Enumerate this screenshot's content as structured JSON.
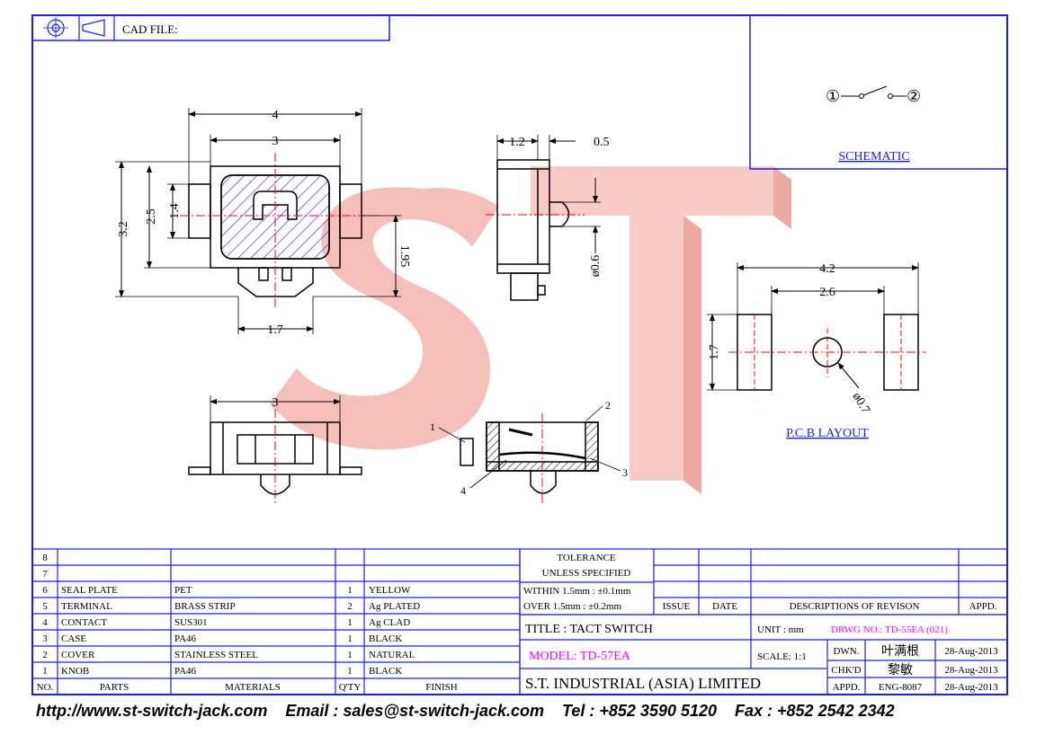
{
  "header": {
    "cad_file_label": "CAD FILE:"
  },
  "schematic": {
    "label": "SCHEMATIC",
    "pin1": "①",
    "pin2": "②"
  },
  "pcb": {
    "label": "P.C.B LAYOUT",
    "dim_total": "4.2",
    "dim_inner": "2.6",
    "dim_height": "1.7",
    "dim_hole": "ø0.7"
  },
  "top_view": {
    "dim_w4": "4",
    "dim_w3": "3",
    "dim_h32": "3.2",
    "dim_h25": "2.5",
    "dim_h14": "1.4",
    "dim_h195": "1.95",
    "dim_w17": "1.7"
  },
  "side_view": {
    "dim_12": "1.2",
    "dim_05": "0.5",
    "dim_06": "ø0.6"
  },
  "front_view": {
    "dim_3": "3"
  },
  "section_view": {
    "c1": "1",
    "c2": "2",
    "c3": "3",
    "c4": "4"
  },
  "bom": {
    "rows": [
      {
        "no": "8",
        "part": "",
        "material": "",
        "qty": "",
        "finish": ""
      },
      {
        "no": "7",
        "part": "",
        "material": "",
        "qty": "",
        "finish": ""
      },
      {
        "no": "6",
        "part": "SEAL PLATE",
        "material": "PET",
        "qty": "1",
        "finish": "YELLOW"
      },
      {
        "no": "5",
        "part": "TERMINAL",
        "material": "BRASS STRIP",
        "qty": "2",
        "finish": "Ag PLATED"
      },
      {
        "no": "4",
        "part": "CONTACT",
        "material": "SUS301",
        "qty": "1",
        "finish": "Ag CLAD"
      },
      {
        "no": "3",
        "part": "CASE",
        "material": "PA46",
        "qty": "1",
        "finish": "BLACK"
      },
      {
        "no": "2",
        "part": "COVER",
        "material": "STAINLESS STEEL",
        "qty": "1",
        "finish": "NATURAL"
      },
      {
        "no": "1",
        "part": "KNOB",
        "material": "PA46",
        "qty": "1",
        "finish": "BLACK"
      }
    ],
    "headers": {
      "no": "NO.",
      "parts": "PARTS",
      "materials": "MATERIALS",
      "qty": "Q'TY",
      "finish": "FINISH"
    }
  },
  "tolerance": {
    "title": "TOLERANCE",
    "subtitle": "UNLESS  SPECIFIED",
    "within": "WITHIN  1.5mm : ±0.1mm",
    "over": "OVER    1.5mm : ±0.2mm"
  },
  "revision": {
    "issue": "ISSUE",
    "date": "DATE",
    "desc": "DESCRIPTIONS  OF  REVISON",
    "appd": "APPD."
  },
  "title_block": {
    "title": "TITLE : TACT SWITCH",
    "unit": "UNIT :   mm",
    "drwg_no": "DRWG NO.: TD-55EA (021)",
    "model": "MODEL: TD-57EA",
    "scale": "SCALE:  1:1",
    "dwn_label": "DWN.",
    "dwn_name": "叶满根",
    "dwn_date": "28-Aug-2013",
    "chk_label": "CHK'D",
    "chk_name": "黎敏",
    "chk_date": "28-Aug-2013",
    "company": "S.T.  INDUSTRIAL  (ASIA)  LIMITED",
    "appd_label": "APPD.",
    "appd_name": "ENG-8087",
    "appd_date": "28-Aug-2013"
  },
  "watermark": "ST",
  "footer": {
    "web": "http://www.st-switch-jack.com",
    "email": "Email : sales@st-switch-jack.com",
    "tel": "Tel : +852 3590 5120",
    "fax": "Fax : +852 2542 2342"
  },
  "colors": {
    "frame": "#1a1aff",
    "center": "#ff0000",
    "watermark": "#f4b5ae",
    "magenta": "#ff00ff",
    "ink": "#000000"
  }
}
